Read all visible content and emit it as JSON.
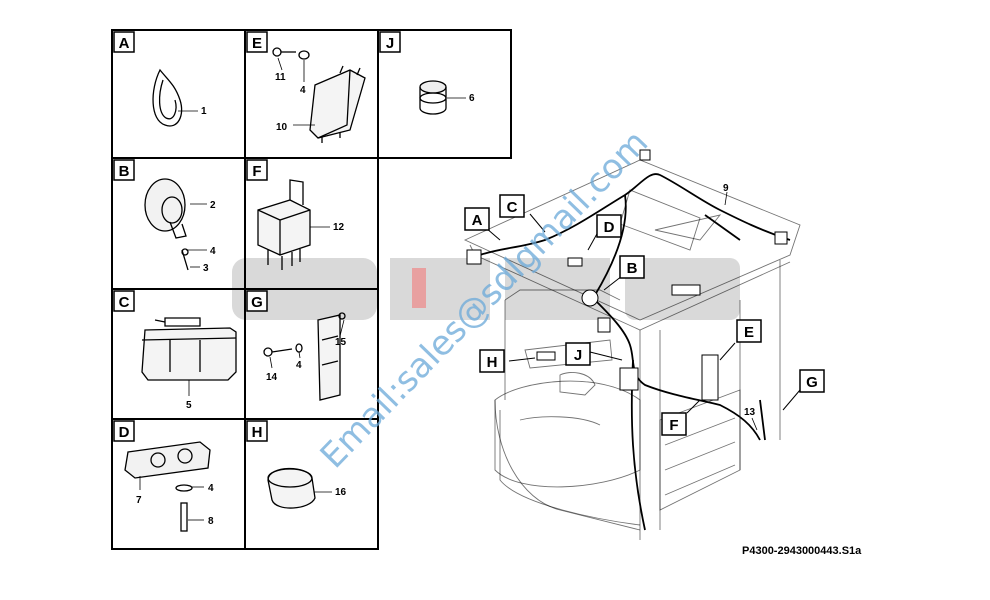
{
  "cells": [
    {
      "letter": "A",
      "parts": [
        {
          "num": "1"
        }
      ]
    },
    {
      "letter": "E",
      "parts": [
        {
          "num": "11"
        },
        {
          "num": "4"
        },
        {
          "num": "10"
        }
      ]
    },
    {
      "letter": "J",
      "parts": [
        {
          "num": "6"
        }
      ]
    },
    {
      "letter": "B",
      "parts": [
        {
          "num": "2"
        },
        {
          "num": "4"
        },
        {
          "num": "3"
        }
      ]
    },
    {
      "letter": "F",
      "parts": [
        {
          "num": "12"
        }
      ]
    },
    {
      "letter": "C",
      "parts": [
        {
          "num": "5"
        }
      ]
    },
    {
      "letter": "G",
      "parts": [
        {
          "num": "15"
        },
        {
          "num": "14"
        },
        {
          "num": "4"
        }
      ]
    },
    {
      "letter": "D",
      "parts": [
        {
          "num": "7"
        },
        {
          "num": "4"
        },
        {
          "num": "8"
        }
      ]
    },
    {
      "letter": "H",
      "parts": [
        {
          "num": "16"
        }
      ]
    }
  ],
  "callouts": [
    "A",
    "C",
    "D",
    "B",
    "H",
    "J",
    "E",
    "F",
    "G"
  ],
  "cab_numbers": [
    "9",
    "13"
  ],
  "watermark": {
    "email": "Email:sales@sdlgmail.com"
  },
  "reference": "P4300-2943000443.S1a",
  "colors": {
    "line": "#000000",
    "watermark_text": "#6aa8d8",
    "watermark_brand": "#d9d9d9",
    "accent_red": "#e07070"
  }
}
